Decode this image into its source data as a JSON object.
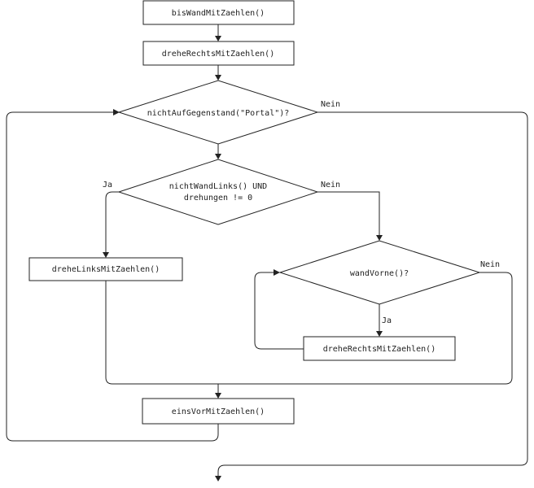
{
  "nodes": {
    "start_box": "bisWandMitZaehlen()",
    "turn_right_box": "dreheRechtsMitZaehlen()",
    "portal_check": "nichtAufGegenstand(\"Portal\")?",
    "wall_left_check_line1": "nichtWandLinks() UND",
    "wall_left_check_line2": "drehungen != 0",
    "turn_left_box": "dreheLinksMitZaehlen()",
    "wall_front_check": "wandVorne()?",
    "turn_right_inner_box": "dreheRechtsMitZaehlen()",
    "step_box": "einsVorMitZaehlen()"
  },
  "edges": {
    "portal_no": "Nein",
    "wall_left_yes": "Ja",
    "wall_left_no": "Nein",
    "wall_front_no": "Nein",
    "wall_front_yes": "Ja"
  }
}
